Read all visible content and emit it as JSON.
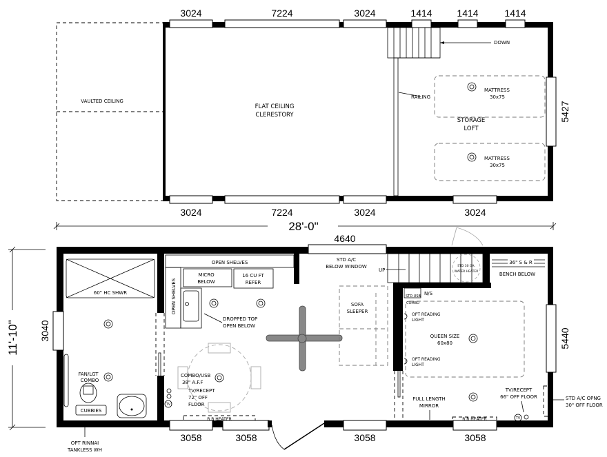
{
  "loft_plan": {
    "top_windows": [
      "3024",
      "7224",
      "3024",
      "1414",
      "1414",
      "1414"
    ],
    "bottom_windows": [
      "3024",
      "7224",
      "3024",
      "3024"
    ],
    "right_window": "5427",
    "labels": {
      "vaulted": "VAULTED CEILING",
      "flat_1": "FLAT CEILING",
      "flat_2": "CLERESTORY",
      "storage_1": "STORAGE",
      "storage_2": "LOFT",
      "down": "DOWN",
      "railing": "RAILING",
      "mattress": "MATTRESS",
      "mattress_size": "30x75"
    }
  },
  "overall_length": "28'-0\"",
  "overall_width": "11'-10\"",
  "main_plan": {
    "top_window": "4640",
    "bottom_windows": [
      "3058",
      "3058",
      "3058",
      "3058"
    ],
    "left_window": "3040",
    "right_window": "5440",
    "labels": {
      "open_shelves": "OPEN SHELVES",
      "open_shelves_side": "OPEN SHELVES",
      "micro_1": "MICRO",
      "micro_2": "BELOW",
      "refer_1": "16 CU FT",
      "refer_2": "REFER",
      "dropped_1": "DROPPED TOP",
      "dropped_2": "OPEN BELOW",
      "ac_1": "STD A/C",
      "ac_2": "BELOW WINDOW",
      "up": "UP",
      "water_heater_1": "STD 30 GA.",
      "water_heater_2": "WATER HEATER",
      "sr": "36\" S & R",
      "bench": "BENCH BELOW",
      "ns": "N/S",
      "std_usb": "STD USB",
      "combo": "COMBO",
      "sofa_1": "SOFA",
      "sofa_2": "SLEEPER",
      "reading_1": "OPT READING",
      "reading_2": "LIGHT",
      "queen_1": "QUEEN SIZE",
      "queen_2": "60x80",
      "shower": "60\" HC SHWR",
      "fan_1": "FAN/LGT",
      "fan_2": "COMBO",
      "cubbies": "CUBBIES",
      "rinnai_1": "OPT RINNAI",
      "rinnai_2": "TANKLESS WH",
      "combo_usb_1": "COMBO/USB",
      "combo_usb_2": "38\" A.F.F",
      "tv_1": "TV/RECEPT",
      "tv_2": "72\" OFF",
      "tv_3": "FLOOR",
      "tv_mark": "TV",
      "bb_heater": "B.B HEATER",
      "mirror_1": "FULL LENGTH",
      "mirror_2": "MIRROR",
      "tv66_1": "TV/RECEPT",
      "tv66_2": "66\" OFF FLOOR",
      "acopng_1": "STD A/C OPNG",
      "acopng_2": "30\" OFF FLOOR"
    }
  }
}
